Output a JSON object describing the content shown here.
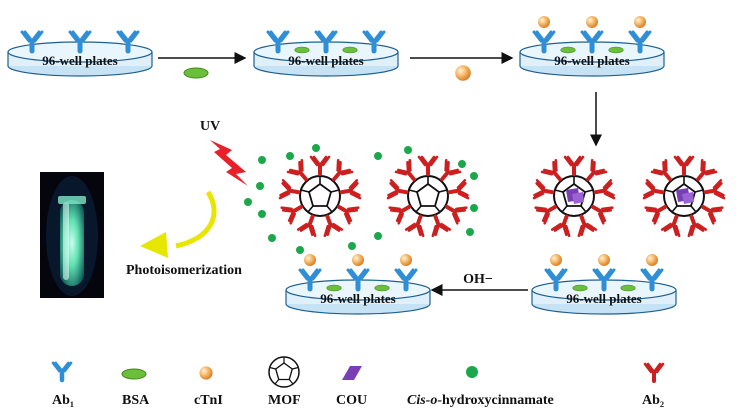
{
  "plates": {
    "label": "96-well plates"
  },
  "steps": {
    "uv": "UV",
    "photoisomerization": "Photoisomerization",
    "oh": "OH−"
  },
  "legend": {
    "ab1": "Ab₁",
    "bsa": "BSA",
    "ctni": "cTnI",
    "mof": "MOF",
    "cou": "COU",
    "cis_prefix": "Cis-o-",
    "cis_suffix": "hydroxycinnamate",
    "ab2": "Ab₂"
  },
  "colors": {
    "ab1": "#2e8fd6",
    "ab2": "#cc1f1f",
    "bsa": "#6bbf3a",
    "ctni": "#f2a84a",
    "cou": "#7a3fb5",
    "cis": "#1aa84a",
    "plate": "#dff0fb",
    "plate_stroke": "#1d5f8f",
    "uv": "#e8202a",
    "curve_arrow": "#e6e600",
    "vial_glow": "#5fe0b0"
  }
}
